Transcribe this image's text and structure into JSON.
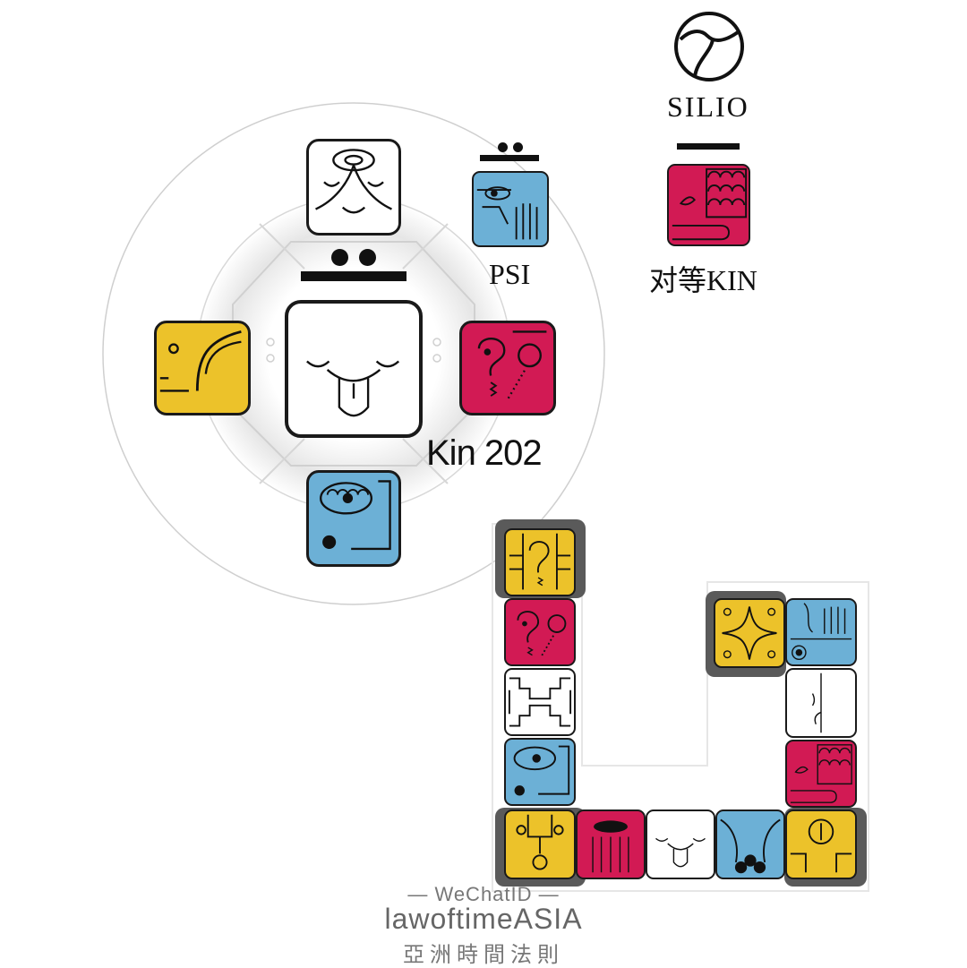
{
  "oracle": {
    "kin_label": "Kin 202",
    "center_tone": {
      "dots": 2,
      "bars": 1
    },
    "colors": {
      "yellow": "#ecc22a",
      "red": "#d21a54",
      "blue": "#6cb0d6",
      "white": "#ffffff",
      "ink": "#1a1a1a"
    }
  },
  "psi": {
    "label": "PSI",
    "tone": {
      "dots": 2,
      "bars": 1
    }
  },
  "silio": {
    "label": "SILIO",
    "icon": "silio-tone-glyph-icon"
  },
  "equivalent_kin": {
    "label": "对等KIN",
    "tone": {
      "dots": 0,
      "bars": 1
    }
  },
  "watermark": {
    "line1": "— WeChatID —",
    "line2": "lawoftimeASIA",
    "line3": "亞洲時間法則"
  }
}
